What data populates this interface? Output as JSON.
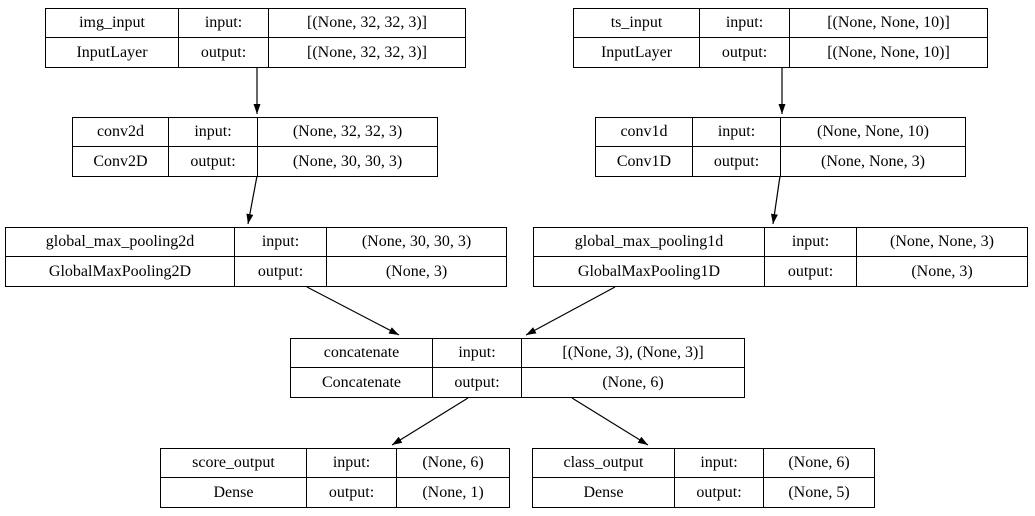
{
  "diagram": {
    "kind": "keras-model-architecture-graph",
    "colors": {
      "background": "#ffffff",
      "node_border": "#000000",
      "edge": "#000000",
      "text": "#000000"
    },
    "nodes": [
      {
        "id": "img_input",
        "name": "img_input",
        "layer_type": "InputLayer",
        "input_label": "input:",
        "output_label": "output:",
        "input_shape": "[(None, 32, 32, 3)]",
        "output_shape": "[(None, 32, 32, 3)]"
      },
      {
        "id": "ts_input",
        "name": "ts_input",
        "layer_type": "InputLayer",
        "input_label": "input:",
        "output_label": "output:",
        "input_shape": "[(None, None, 10)]",
        "output_shape": "[(None, None, 10)]"
      },
      {
        "id": "conv2d",
        "name": "conv2d",
        "layer_type": "Conv2D",
        "input_label": "input:",
        "output_label": "output:",
        "input_shape": "(None, 32, 32, 3)",
        "output_shape": "(None, 30, 30, 3)"
      },
      {
        "id": "conv1d",
        "name": "conv1d",
        "layer_type": "Conv1D",
        "input_label": "input:",
        "output_label": "output:",
        "input_shape": "(None, None, 10)",
        "output_shape": "(None, None, 3)"
      },
      {
        "id": "global_max_pooling2d",
        "name": "global_max_pooling2d",
        "layer_type": "GlobalMaxPooling2D",
        "input_label": "input:",
        "output_label": "output:",
        "input_shape": "(None, 30, 30, 3)",
        "output_shape": "(None, 3)"
      },
      {
        "id": "global_max_pooling1d",
        "name": "global_max_pooling1d",
        "layer_type": "GlobalMaxPooling1D",
        "input_label": "input:",
        "output_label": "output:",
        "input_shape": "(None, None, 3)",
        "output_shape": "(None, 3)"
      },
      {
        "id": "concatenate",
        "name": "concatenate",
        "layer_type": "Concatenate",
        "input_label": "input:",
        "output_label": "output:",
        "input_shape": "[(None, 3), (None, 3)]",
        "output_shape": "(None, 6)"
      },
      {
        "id": "score_output",
        "name": "score_output",
        "layer_type": "Dense",
        "input_label": "input:",
        "output_label": "output:",
        "input_shape": "(None, 6)",
        "output_shape": "(None, 1)"
      },
      {
        "id": "class_output",
        "name": "class_output",
        "layer_type": "Dense",
        "input_label": "input:",
        "output_label": "output:",
        "input_shape": "(None, 6)",
        "output_shape": "(None, 5)"
      }
    ],
    "edges": [
      {
        "from": "img_input",
        "to": "conv2d"
      },
      {
        "from": "ts_input",
        "to": "conv1d"
      },
      {
        "from": "conv2d",
        "to": "global_max_pooling2d"
      },
      {
        "from": "conv1d",
        "to": "global_max_pooling1d"
      },
      {
        "from": "global_max_pooling2d",
        "to": "concatenate"
      },
      {
        "from": "global_max_pooling1d",
        "to": "concatenate"
      },
      {
        "from": "concatenate",
        "to": "score_output"
      },
      {
        "from": "concatenate",
        "to": "class_output"
      }
    ]
  }
}
